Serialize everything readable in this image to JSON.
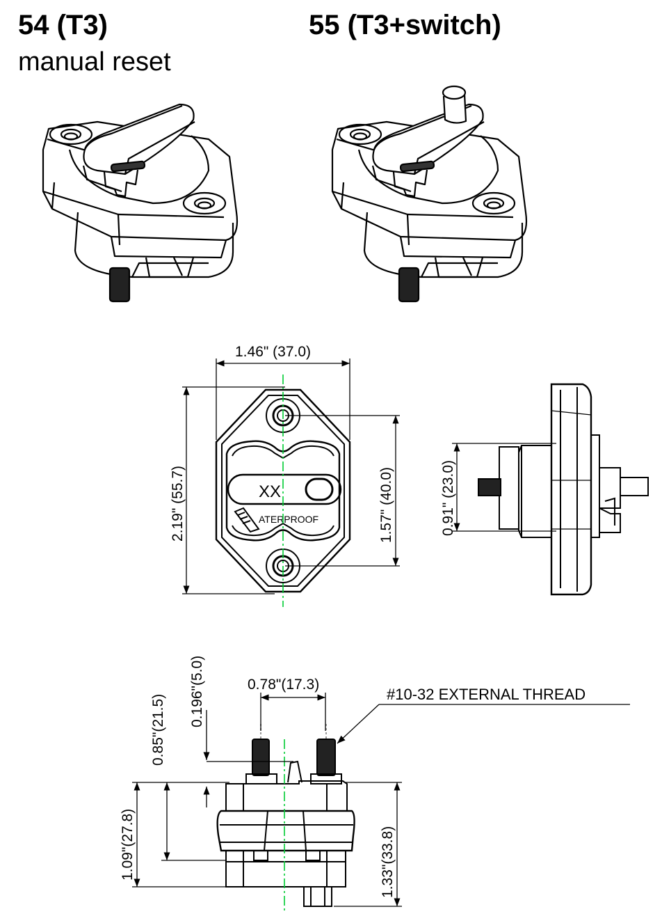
{
  "headings": {
    "left_title": "54 (T3)",
    "left_subtitle": "manual reset",
    "right_title": "55 (T3+switch)"
  },
  "dimensions": {
    "width_top": "1.46\" (37.0)",
    "height_total": "2.19\" (55.7)",
    "hole_spacing": "1.57\" (40.0)",
    "side_height": "0.91\" (23.0)",
    "stud_spacing": "0.78\"(17.3)",
    "stud_offset": "0.196\"(5.0)",
    "stud_height": "0.85\"(21.5)",
    "body_height": "1.09\"(27.8)",
    "overall_depth": "1.33\"(33.8)"
  },
  "notes": {
    "thread": "#10-32 EXTERNAL THREAD",
    "label_code": "XX",
    "label_text": "ATERPROOF"
  },
  "icons": {
    "view_54": "breaker-isometric-icon",
    "view_55": "breaker-switch-isometric-icon"
  }
}
